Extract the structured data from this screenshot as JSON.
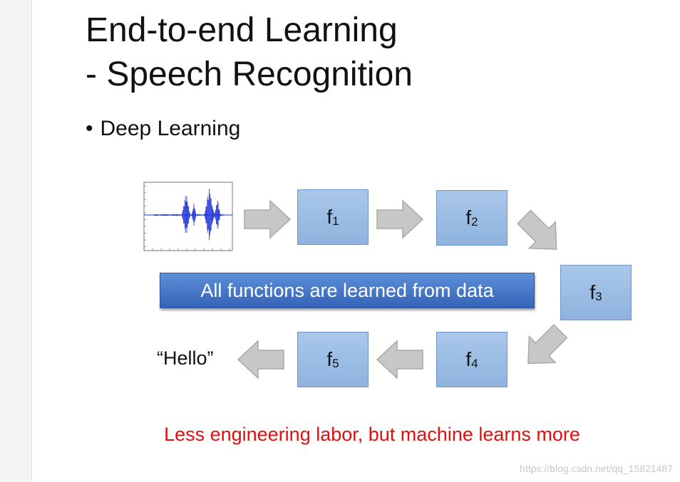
{
  "slide": {
    "title_line1": "End-to-end Learning",
    "title_line2": "- Speech Recognition",
    "bullet_symbol": "•",
    "bullet_text": "Deep Learning"
  },
  "diagram": {
    "functions": [
      {
        "letter": "f",
        "index": "1"
      },
      {
        "letter": "f",
        "index": "2"
      },
      {
        "letter": "f",
        "index": "3"
      },
      {
        "letter": "f",
        "index": "4"
      },
      {
        "letter": "f",
        "index": "5"
      }
    ],
    "banner": "All functions are learned from data",
    "output": "“Hello”",
    "input": "waveform-plot"
  },
  "footer": {
    "note": "Less engineering labor, but machine learns more"
  },
  "watermark": "https://blog.csdn.net/qq_15821487",
  "colors": {
    "box_fill": "#9dbde4",
    "banner_fill": "#4474c4",
    "arrow_fill": "#c7c7c7",
    "note_text": "#e01010",
    "waveform": "#1a2fd6"
  }
}
